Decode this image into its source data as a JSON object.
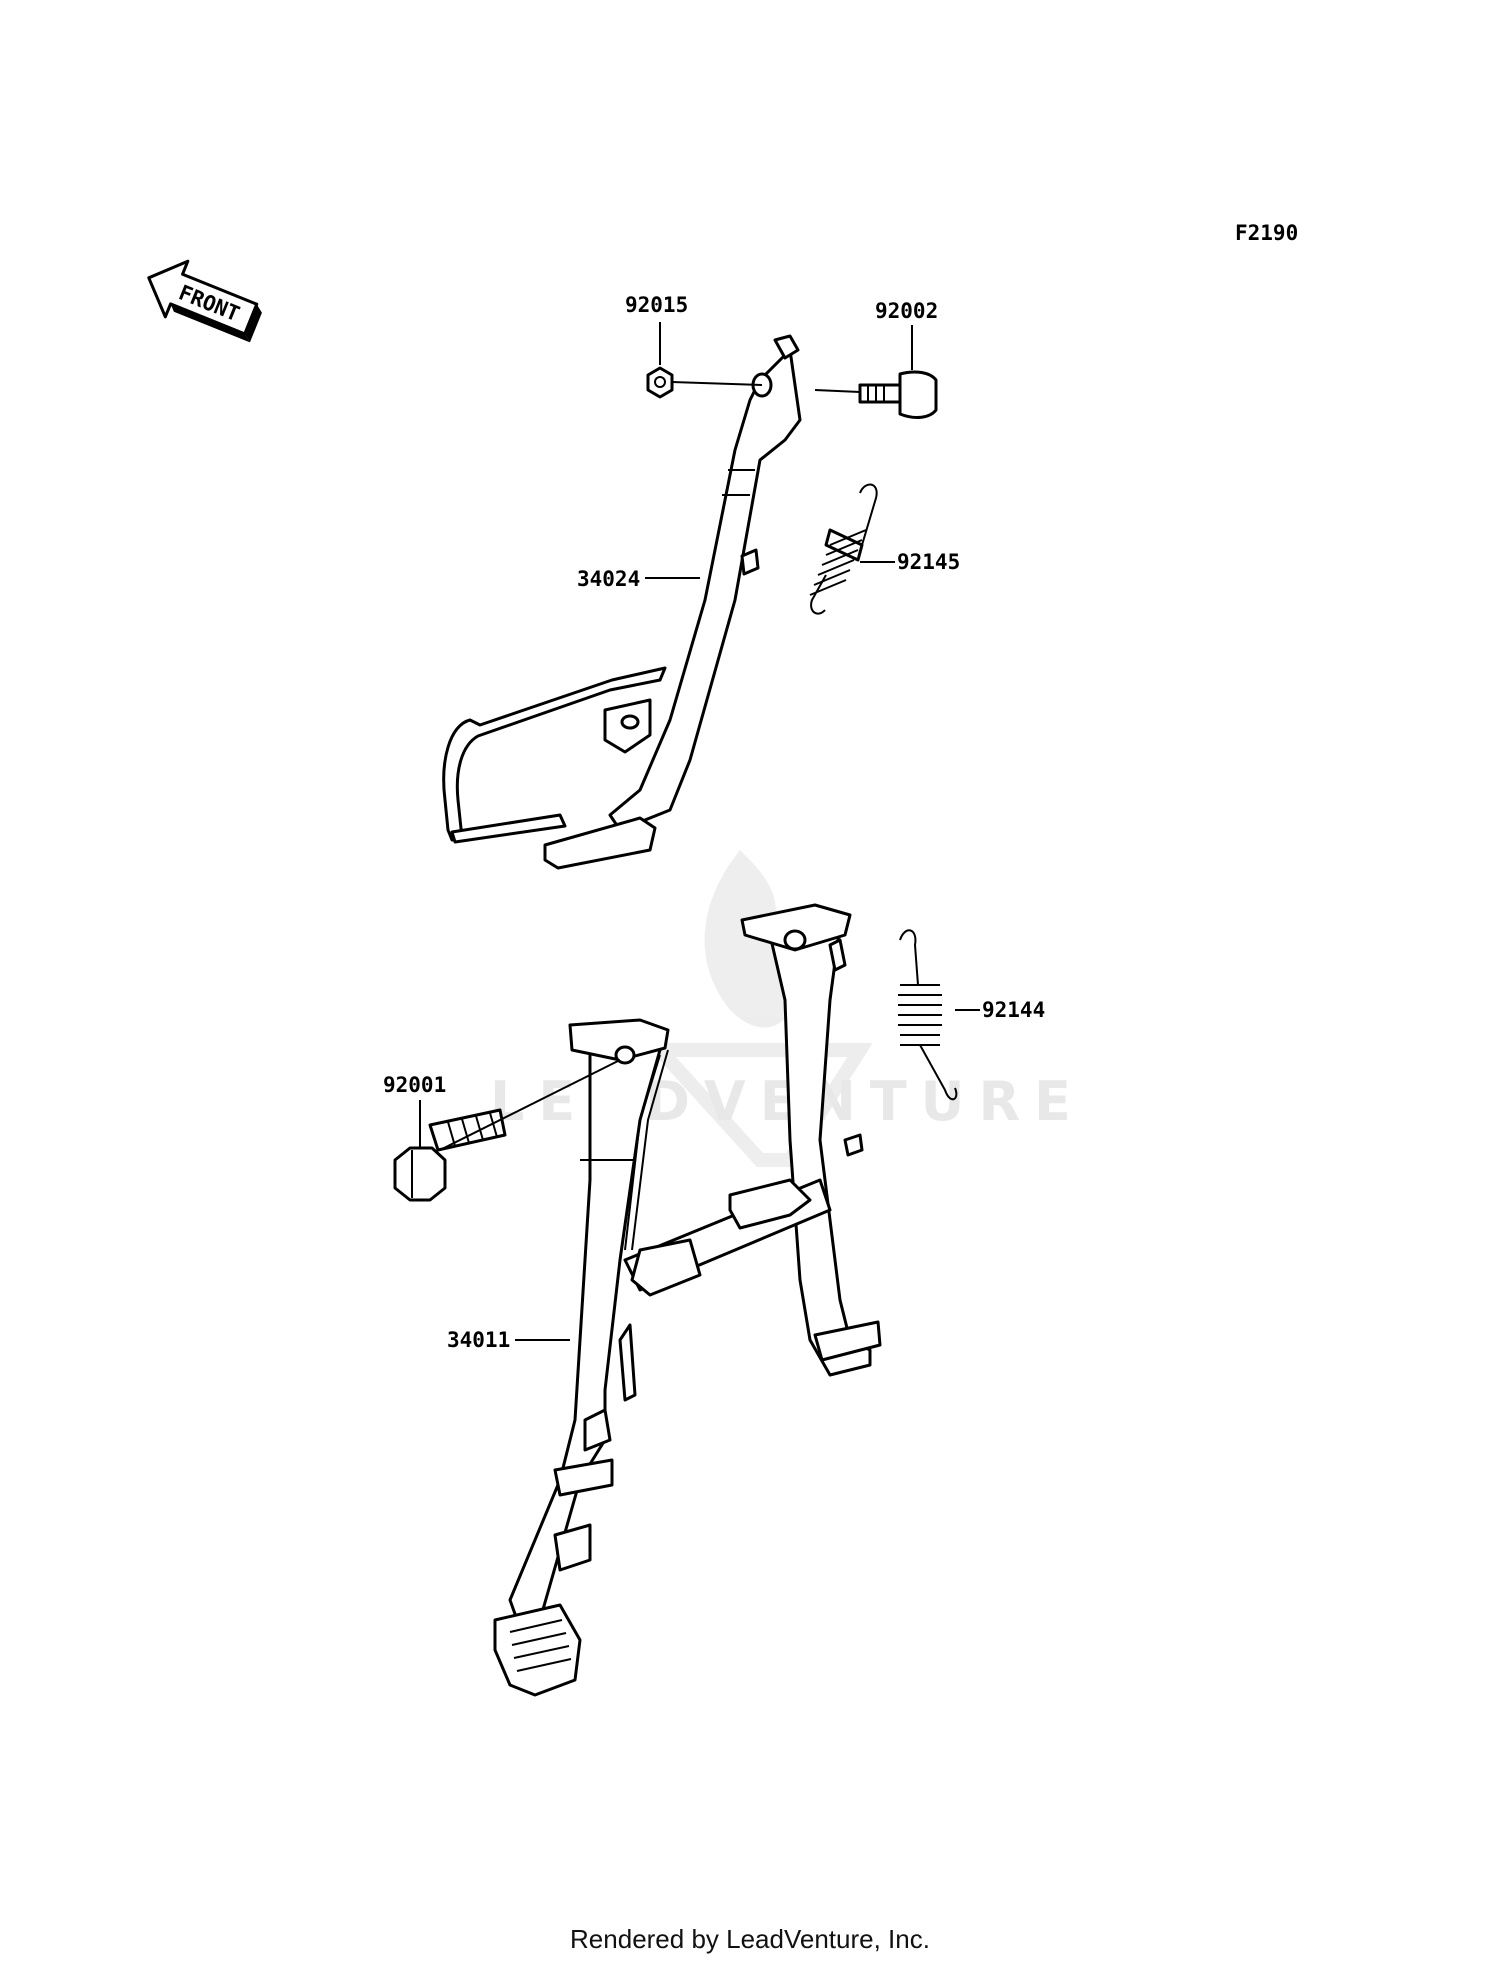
{
  "figure_code": "F2190",
  "front_arrow_label": "FRONT",
  "watermark": "LEADVENTURE",
  "credit": "Rendered by LeadVenture, Inc.",
  "parts": [
    {
      "id": "p92015",
      "number": "92015"
    },
    {
      "id": "p92002",
      "number": "92002"
    },
    {
      "id": "p34024",
      "number": "34024"
    },
    {
      "id": "p92145",
      "number": "92145"
    },
    {
      "id": "p92144",
      "number": "92144"
    },
    {
      "id": "p92001",
      "number": "92001"
    },
    {
      "id": "p34011",
      "number": "34011"
    }
  ],
  "colors": {
    "line": "#000000",
    "watermark": "#e6e6e6",
    "background": "#ffffff"
  }
}
